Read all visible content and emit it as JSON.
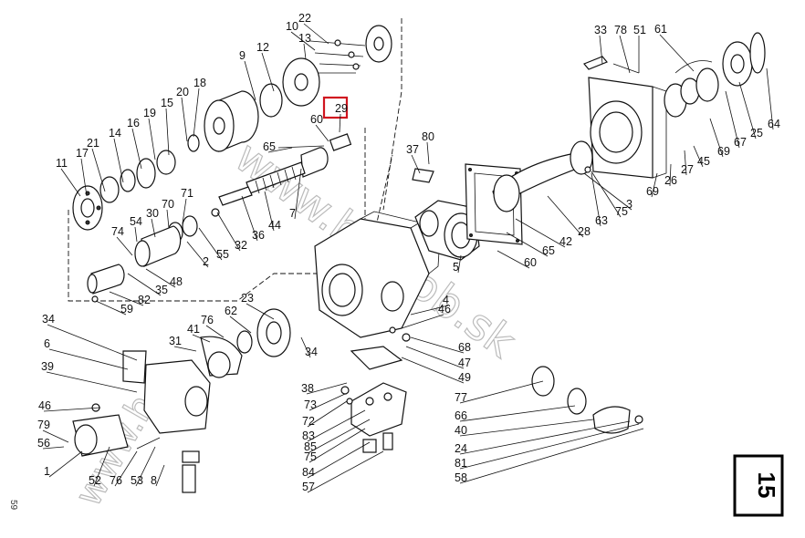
{
  "diagram": {
    "highlight_label": "29",
    "highlight_color": "#d0151f",
    "page_number": "15",
    "margin_number": "59",
    "watermark": "www.hydrob.sk",
    "labels": [
      "22",
      "10",
      "13",
      "12",
      "9",
      "18",
      "20",
      "15",
      "19",
      "16",
      "14",
      "21",
      "17",
      "11",
      "60",
      "29",
      "65",
      "7",
      "44",
      "36",
      "32",
      "55",
      "2",
      "71",
      "70",
      "30",
      "54",
      "74",
      "48",
      "35",
      "82",
      "59",
      "34",
      "6",
      "39",
      "46",
      "79",
      "56",
      "1",
      "52",
      "76",
      "53",
      "8",
      "31",
      "41",
      "76",
      "62",
      "23",
      "34",
      "37",
      "80",
      "4",
      "46",
      "68",
      "47",
      "49",
      "38",
      "73",
      "72",
      "83",
      "85",
      "75",
      "84",
      "57",
      "5",
      "60",
      "65",
      "42",
      "28",
      "3",
      "75",
      "63",
      "69",
      "26",
      "27",
      "45",
      "69",
      "67",
      "25",
      "64",
      "61",
      "51",
      "78",
      "33",
      "77",
      "66",
      "40",
      "24",
      "81",
      "58"
    ]
  }
}
